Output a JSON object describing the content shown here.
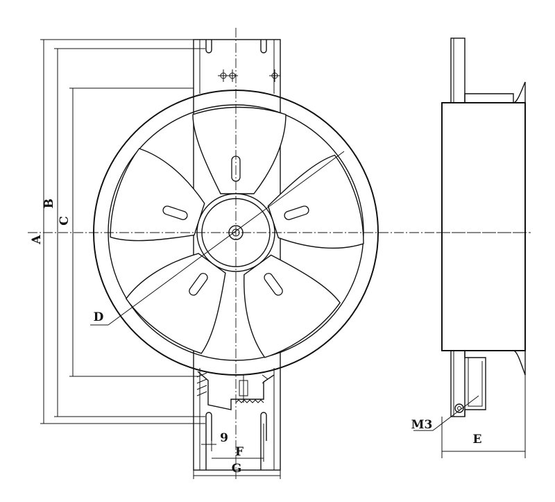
{
  "labels": {
    "a": "A",
    "b": "B",
    "c": "C",
    "d": "D",
    "e": "E",
    "f": "F",
    "g": "G",
    "nine": "9",
    "m3": "M3"
  }
}
